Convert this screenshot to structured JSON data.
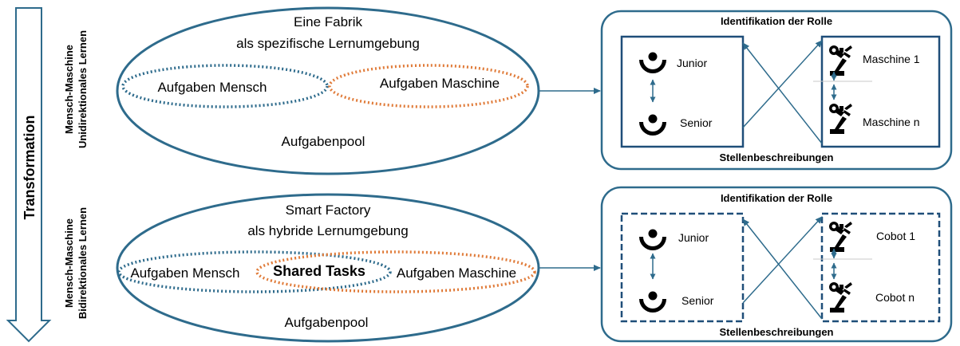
{
  "side": {
    "transformation": "Transformation",
    "top_line1": "Mensch-Maschine",
    "top_line2": "Unidirektionales Lernen",
    "bottom_line1": "Mensch-Maschine",
    "bottom_line2": "Bidirektionales Lernen"
  },
  "top": {
    "title_line1": "Eine Fabrik",
    "title_line2": "als spezifische Lernumgebung",
    "human_tasks": "Aufgaben Mensch",
    "machine_tasks": "Aufgaben Maschine",
    "pool": "Aufgabenpool",
    "panel": {
      "header": "Identifikation der Rolle",
      "footer": "Stellenbeschreibungen",
      "junior": "Junior",
      "senior": "Senior",
      "agent1": "Maschine 1",
      "agent_n": "Maschine n"
    }
  },
  "bottom": {
    "title_line1": "Smart Factory",
    "title_line2": "als hybride Lernumgebung",
    "human_tasks": "Aufgaben Mensch",
    "shared_tasks": "Shared Tasks",
    "machine_tasks": "Aufgaben Maschine",
    "pool": "Aufgabenpool",
    "panel": {
      "header": "Identifikation der Rolle",
      "footer": "Stellenbeschreibungen",
      "junior": "Junior",
      "senior": "Senior",
      "agent1": "Cobot 1",
      "agent_n": "Cobot n"
    }
  },
  "colors": {
    "frame": "#2e6b8c",
    "human_dotted": "#2e6b8c",
    "machine_dotted": "#e07b39",
    "dashed_box": "#1f4e79",
    "icon": "#000000"
  }
}
